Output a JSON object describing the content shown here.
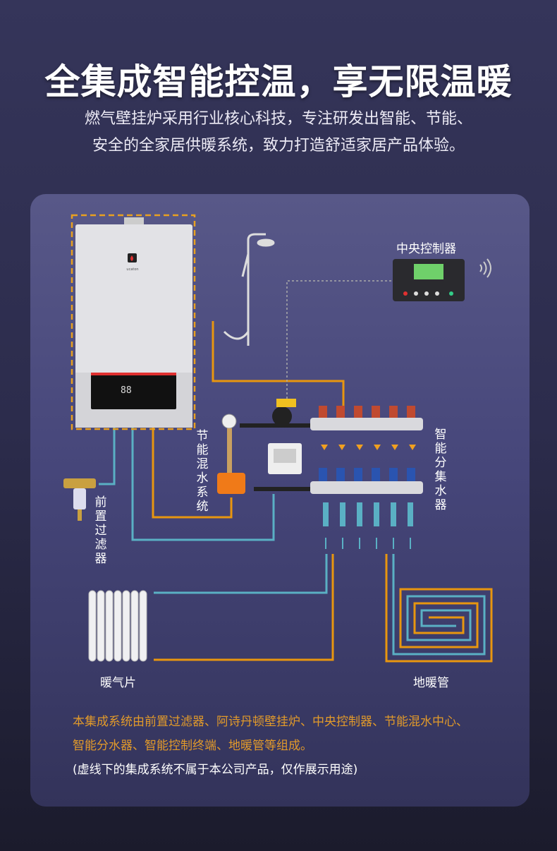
{
  "header": {
    "title": "全集成智能控温，享无限温暖",
    "subtitle_line1": "燃气壁挂炉采用行业核心科技，专注研发出智能、节能、",
    "subtitle_line2": "安全的全家居供暖系统，致力打造舒适家居产品体验。"
  },
  "diagram": {
    "labels": {
      "controller": "中央控制器",
      "mixing": "节能混水系统",
      "manifold": "智能分集水器",
      "filter": "前置过滤器",
      "radiator": "暖气片",
      "floor_heating": "地暖管"
    },
    "boiler_logo": "ucaton",
    "boiler_display": "88",
    "colors": {
      "hot": "#e8960f",
      "cold": "#5ab0c4",
      "card": "#4a4a7c"
    }
  },
  "footer": {
    "note_line1": "本集成系统由前置过滤器、阿诗丹顿壁挂炉、中央控制器、节能混水中心、",
    "note_line2": "智能分水器、智能控制终端、地暖管等组成。",
    "disclaimer": "(虚线下的集成系统不属于本公司产品，仅作展示用途)"
  }
}
